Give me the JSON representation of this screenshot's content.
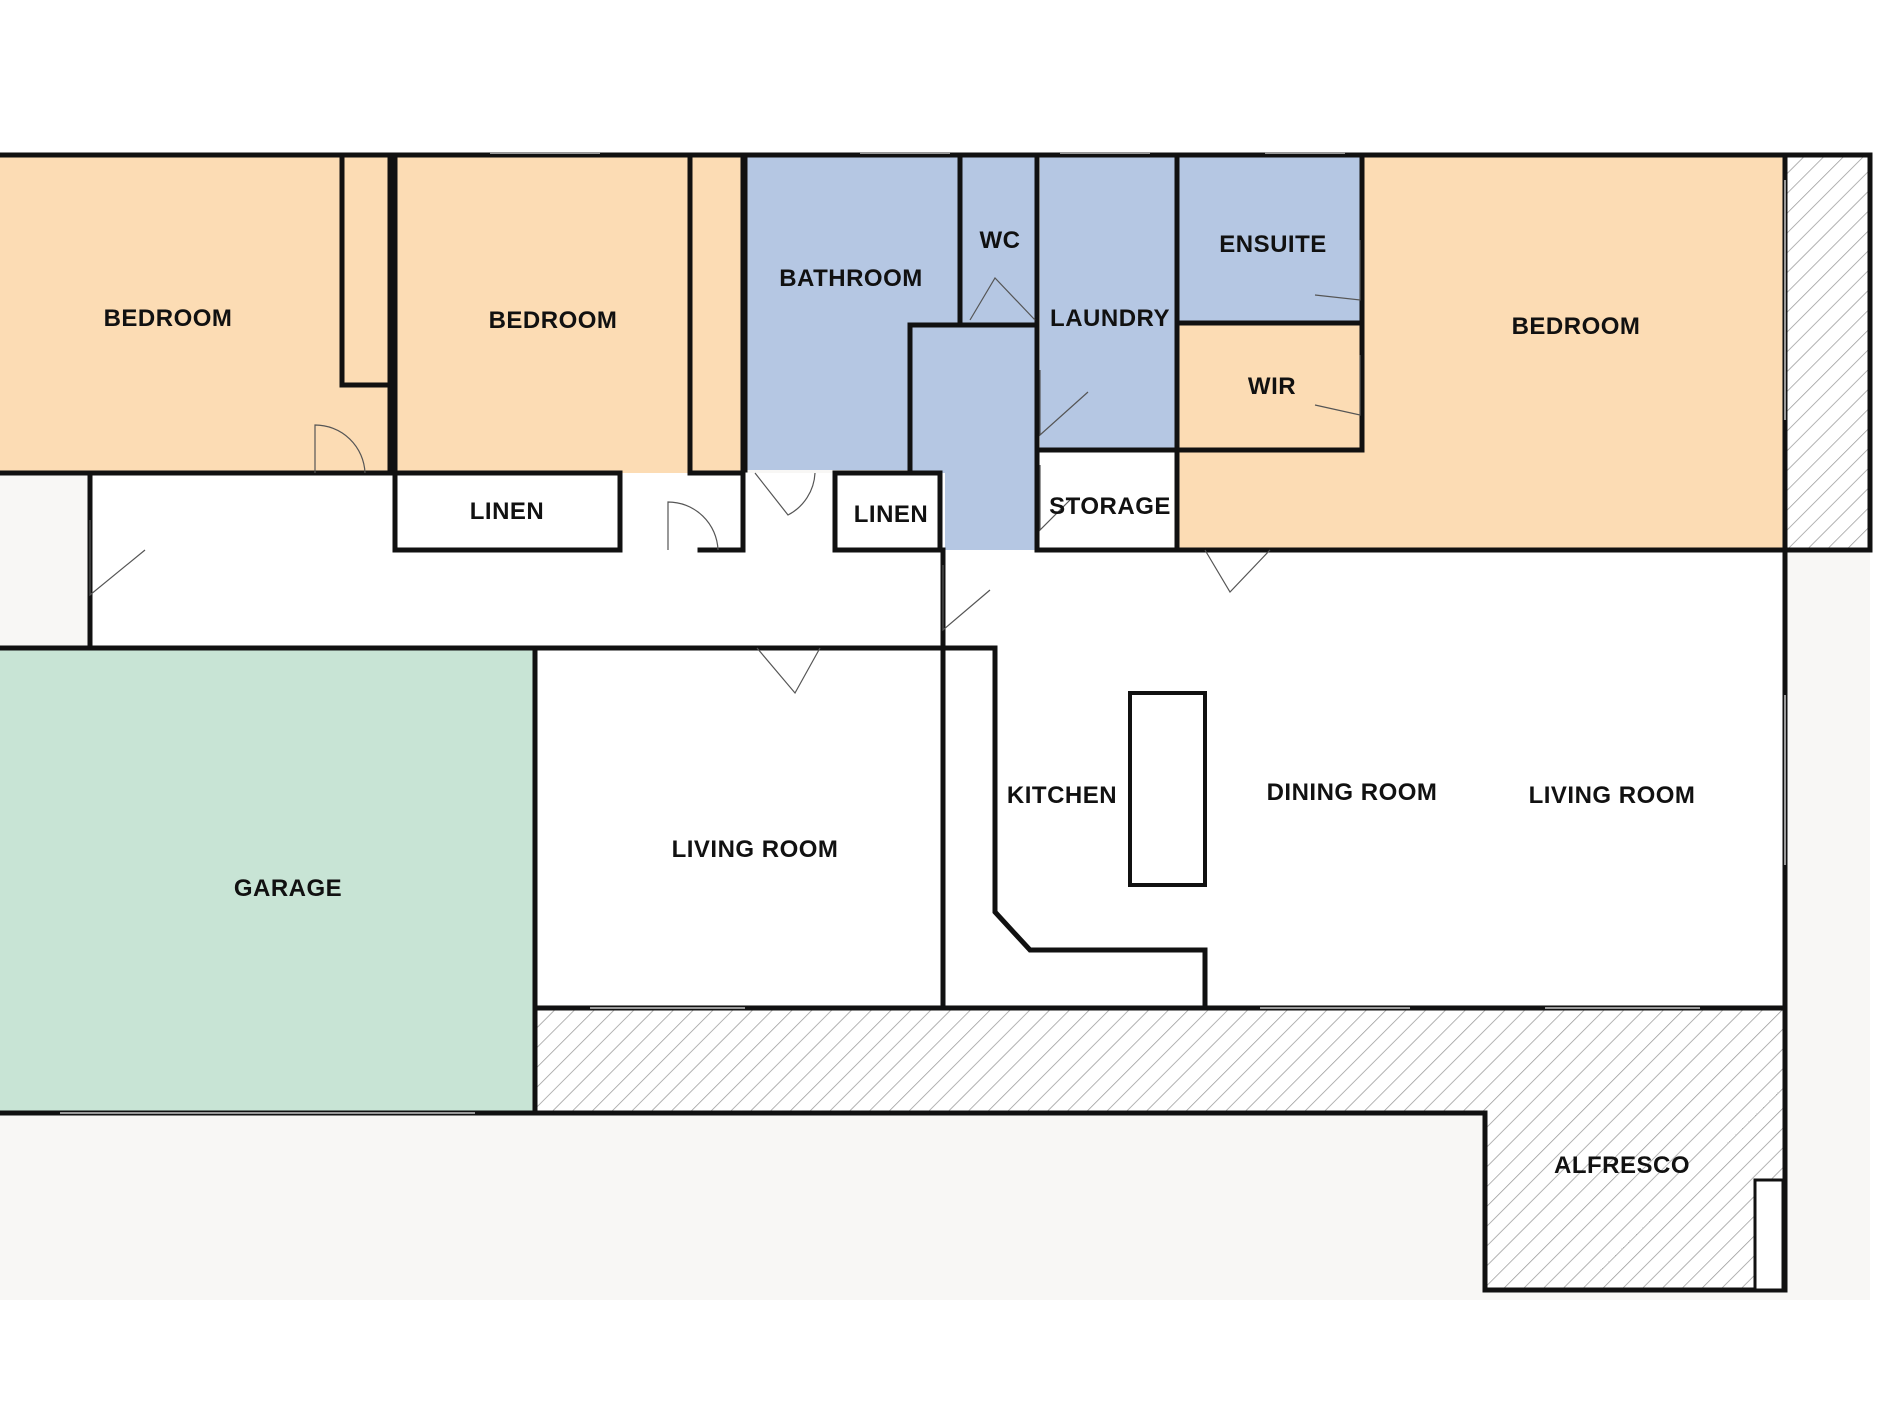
{
  "colors": {
    "bedroom": "#fcdcb4",
    "wet_area": "#b5c7e3",
    "garage": "#c8e4d5",
    "exterior": "#f8f7f5",
    "wall": "#111111",
    "hatch": "#8a8a8a"
  },
  "rooms": {
    "bedroom_1": "BEDROOM",
    "bedroom_2": "BEDROOM",
    "bathroom": "BATHROOM",
    "wc": "WC",
    "laundry": "LAUNDRY",
    "ensuite": "ENSUITE",
    "wir": "WIR",
    "bedroom_master": "BEDROOM",
    "linen_1": "LINEN",
    "linen_2": "LINEN",
    "storage": "STORAGE",
    "garage": "GARAGE",
    "living_room_1": "LIVING ROOM",
    "kitchen": "KITCHEN",
    "dining_room": "DINING ROOM",
    "living_room_2": "LIVING ROOM",
    "alfresco": "ALFRESCO"
  }
}
